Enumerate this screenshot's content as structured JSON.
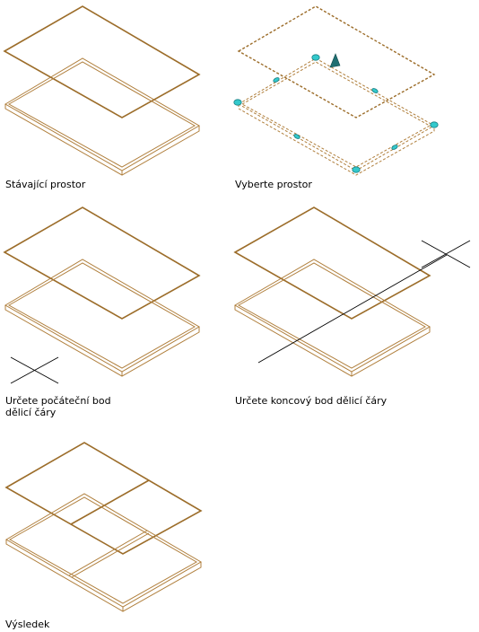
{
  "captions": {
    "existing_space": "Stávající prostor",
    "select_space": "Vyberte prostor",
    "start_point": "Určete počáteční bod\ndělicí čáry",
    "end_point": "Určete koncový bod dělicí čáry",
    "result": "Výsledek"
  },
  "colors": {
    "slab": "#9c6d2a",
    "slab_light": "#c8a46a",
    "grip": "#33c9cc",
    "grip_stroke": "#1a7f83",
    "cursor": "#000000",
    "arrow": "#1f6f72"
  }
}
